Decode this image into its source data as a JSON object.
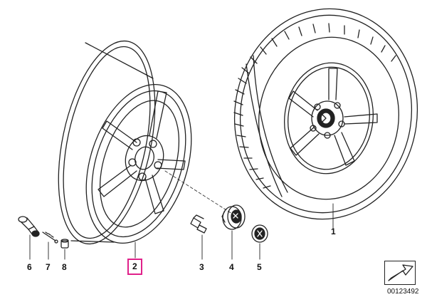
{
  "diagram": {
    "parts": [
      {
        "number": "1",
        "name": "complete-wheel-tire"
      },
      {
        "number": "2",
        "name": "light-alloy-rim"
      },
      {
        "number": "3",
        "name": "wheel-bolt"
      },
      {
        "number": "4",
        "name": "hub-cap"
      },
      {
        "number": "5",
        "name": "emblem"
      },
      {
        "number": "6",
        "name": "valve"
      },
      {
        "number": "7",
        "name": "valve-insert"
      },
      {
        "number": "8",
        "name": "valve-cap"
      }
    ],
    "highlighted_part": "2",
    "catalog_number": "00123492",
    "colors": {
      "line": "#222222",
      "highlight": "#e0218a",
      "background": "#ffffff"
    }
  }
}
